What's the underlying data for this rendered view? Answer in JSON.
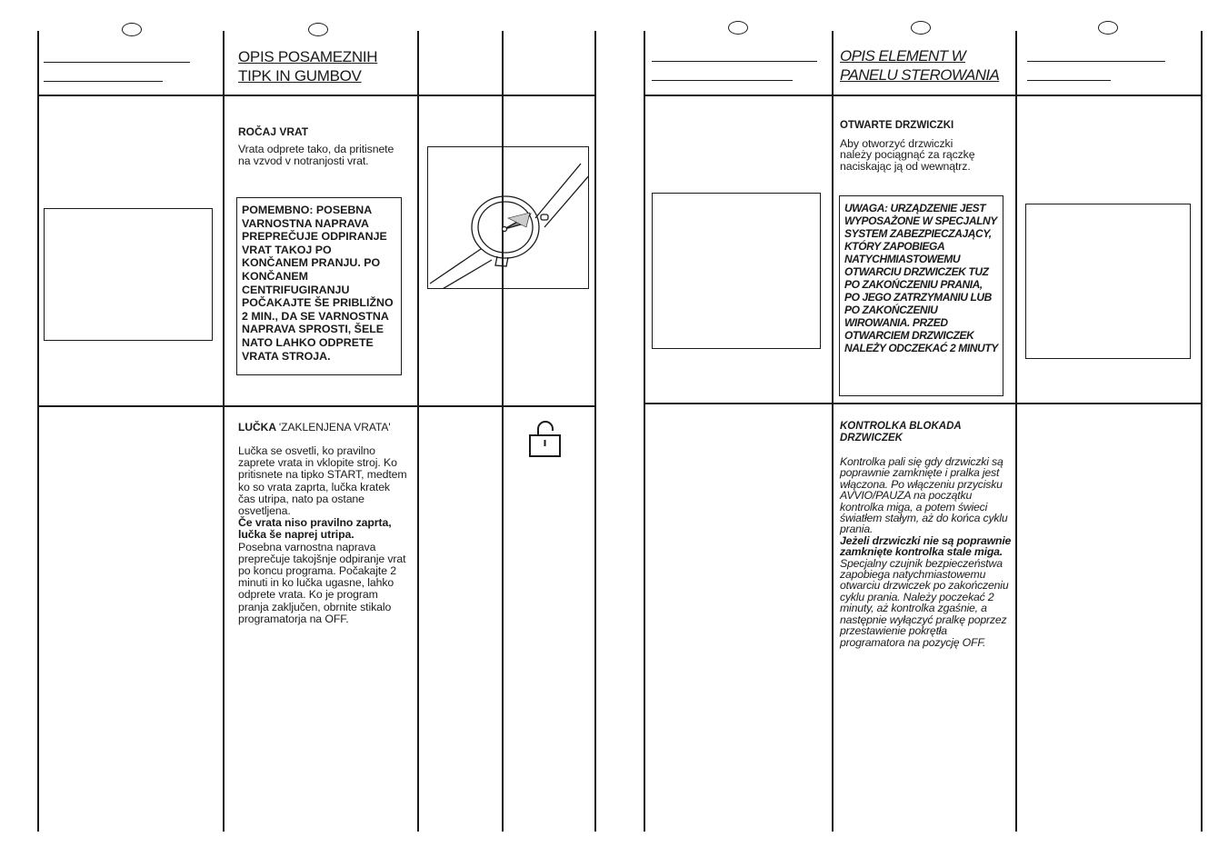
{
  "left": {
    "title": "OPIS POSAMEZNIH TIPK IN GUMBOV",
    "door": {
      "heading": "ROČAJ VRAT",
      "text": "Vrata odprete tako, da pritisnete na vzvod v notranjosti vrat.",
      "warning": "POMEMBNO: POSEBNA VARNOSTNA NAPRAVA PREPREČUJE ODPIRANJE VRAT TAKOJ PO KONČANEM PRANJU. PO KONČANEM CENTRIFUGIRANJU POČAKAJTE ŠE PRIBLIŽNO 2 MIN., DA SE VARNOSTNA NAPRAVA SPROSTI, ŠELE NATO LAHKO ODPRETE VRATA STROJA."
    },
    "lamp": {
      "heading_bold": "LUČKA ",
      "heading_rest": "'ZAKLENJENA VRATA'",
      "text1": "Lučka se osvetli, ko pravilno zaprete vrata in vklopite stroj. Ko pritisnete na tipko START, medtem ko so vrata zaprta, lučka kratek čas utripa, nato pa ostane osvetljena.",
      "text_bold": "Če vrata niso pravilno zaprta, lučka še naprej utripa.",
      "text2": "Posebna varnostna naprava preprečuje takojšnje odpiranje vrat po koncu programa. Počakajte 2 minuti in ko lučka ugasne, lahko odprete vrata. Ko je program pranja zaključen, obrnite stikalo programatorja na OFF."
    }
  },
  "right": {
    "title": "OPIS ELEMENT   W PANELU STEROWANIA",
    "door": {
      "heading": "OTWARTE DRZWICZKI",
      "text": "Aby otworzyć drzwiczki należy pociągnąć za rączkę naciskając ją od wewnątrz.",
      "warning": "UWAGA: URZĄDZENIE JEST WYPOSAŻONE W SPECJALNY SYSTEM ZABEZPIECZAJĄCY, KTÓRY ZAPOBIEGA NATYCHMIASTOWEMU OTWARCIU DRZWICZEK TUZ PO ZAKOŃCZENIU PRANIA, PO JEGO ZATRZYMANIU LUB PO ZAKOŃCZENIU WIROWANIA. PRZED OTWARCIEM DRZWICZEK NALEŻY ODCZEKAĆ 2 MINUTY"
    },
    "lamp": {
      "heading": "KONTROLKA BLOKADA DRZWICZEK",
      "text1": "Kontrolka pali się gdy drzwiczki są poprawnie zamknięte i pralka jest włączona. Po włączeniu przycisku AVVIO/PAUZA na początku kontrolka miga, a potem świeci światłem stałym,  aż do końca cyklu prania.",
      "text_bold": "Jeżeli drzwiczki nie są poprawnie zamknięte kontrolka stale miga.",
      "text2": "Specjalny czujnik bezpieczeństwa zapobiega natychmiastowemu otwarciu drzwiczek po zakończeniu cyklu prania. Należy poczekać 2 minuty, aż kontrolka zgaśnie, a następnie wyłączyć pralkę poprzez przestawienie pokrętła programatora na pozycję OFF."
    }
  },
  "icons": {
    "door_handle": "door-handle-illustration-icon",
    "lock": "padlock-icon"
  }
}
